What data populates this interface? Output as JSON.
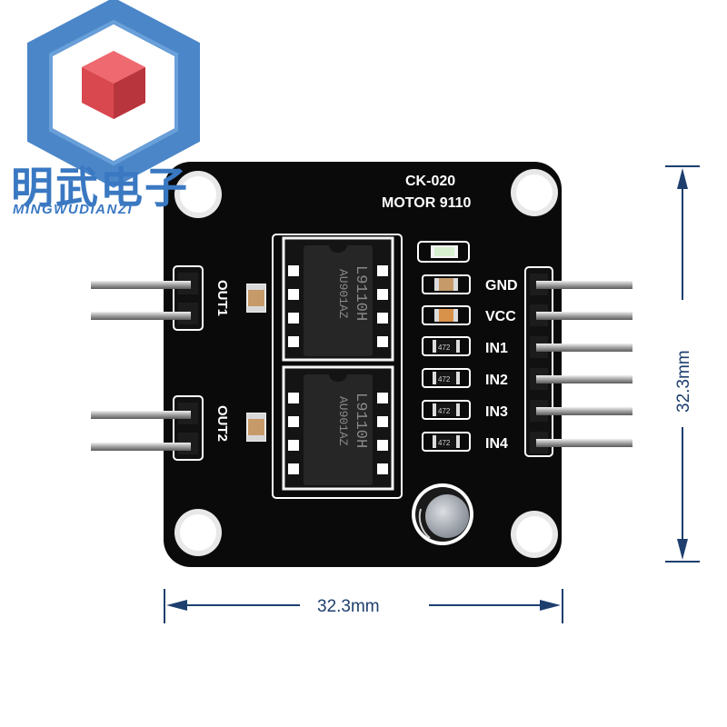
{
  "brand": {
    "name_cn": "明武电子",
    "name_en": "MINGWUDIANZI",
    "logo_colors": {
      "frame": "#4a86c8",
      "cube": "#d9474f"
    }
  },
  "board": {
    "model": "CK-020",
    "subtitle": "MOTOR 9110",
    "pcb_color": "#0a0a0a",
    "output_labels": [
      "OUT1",
      "OUT2"
    ],
    "input_labels": [
      "GND",
      "VCC",
      "IN1",
      "IN2",
      "IN3",
      "IN4"
    ],
    "chip_top_text": [
      "L9110H",
      "AU901AZ"
    ],
    "chip_bottom_text": [
      "L9110H",
      "AU901AZ"
    ],
    "resistor_code": "472"
  },
  "dimensions": {
    "width_label": "32.3mm",
    "height_label": "32.3mm",
    "color": "#1e3f6e"
  }
}
